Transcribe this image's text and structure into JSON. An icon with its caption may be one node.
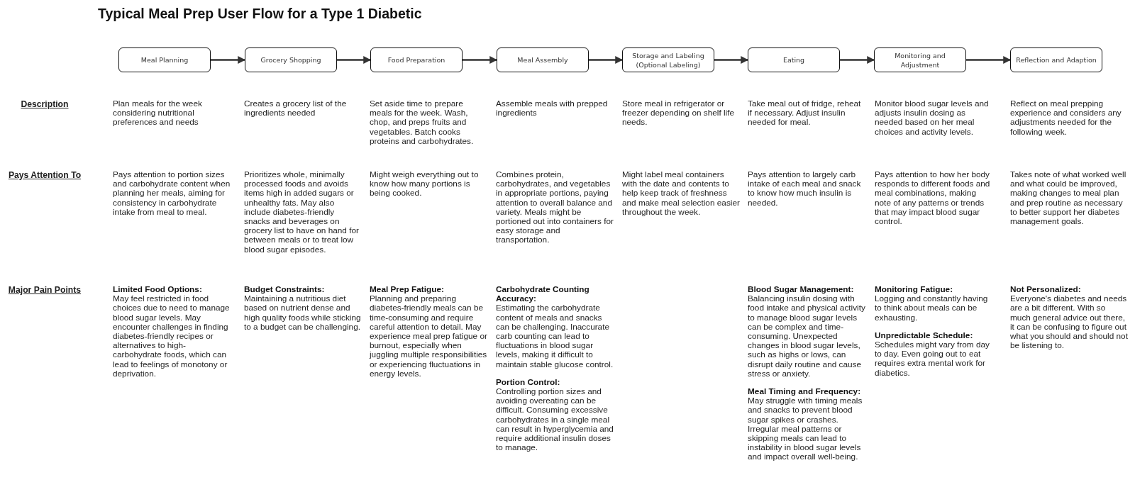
{
  "diagram": {
    "title": "Typical Meal Prep User Flow for a Type 1 Diabetic",
    "nodes": [
      {
        "text": [
          "Meal Planning"
        ]
      },
      {
        "text": [
          "Grocery Shopping"
        ]
      },
      {
        "text": [
          "Food Preparation"
        ]
      },
      {
        "text": [
          "Meal Assembly"
        ]
      },
      {
        "text": [
          "Storage and Labeling (Optional Labeling)"
        ]
      },
      {
        "text": [
          "Eating"
        ]
      },
      {
        "text": [
          "Monitoring and Adjustment"
        ]
      },
      {
        "text": [
          "Reflection and Adaption"
        ]
      }
    ],
    "edges": [
      {
        "from": 0,
        "to": 1,
        "arrow": "to"
      },
      {
        "from": 1,
        "to": 2,
        "arrow": "to"
      },
      {
        "from": 2,
        "to": 3,
        "arrow": "to"
      },
      {
        "from": 3,
        "to": 4,
        "arrow": "to"
      },
      {
        "from": 4,
        "to": 5,
        "arrow": "to"
      },
      {
        "from": 5,
        "to": 6,
        "arrow": "to"
      },
      {
        "from": 6,
        "to": 7,
        "arrow": "to"
      }
    ],
    "labels": [
      "Description",
      "Plan meals for the week considering nutritional preferences and needs",
      "Creates a grocery list of the ingredients needed",
      "Set aside time to prepare meals for the week. Wash, chop, and preps fruits and vegetables. Batch cooks proteins and carbohydrates.",
      "Assemble meals with prepped ingredients",
      "Store meal in refrigerator or freezer depending on shelf life needs.",
      "Take meal out of fridge, reheat if necessary. Adjust insulin needed for meal.",
      "Monitor blood sugar levels and adjusts insulin dosing as needed based on her meal choices and activity levels.",
      "Reflect on meal prepping experience and considers any adjustments needed for the following week.",
      "Pays Attention To",
      "Pays attention to portion sizes and carbohydrate content when planning her meals, aiming for consistency in carbohydrate intake from meal to meal.",
      "Prioritizes whole, minimally processed foods and avoids items high in added sugars or unhealthy fats. May also include diabetes-friendly snacks and beverages on grocery list to have on hand for between meals or to treat low blood sugar episodes.",
      "Might weigh everything out to know how many portions is being cooked.",
      "Combines protein, carbohydrates, and vegetables in appropriate portions, paying attention to overall balance and variety. Meals might be portioned out into containers for easy storage and transportation.",
      "Might label meal containers with the date and contents to help keep track of freshness and make meal selection easier throughout the week.",
      "Pays attention to largely carb intake of each meal and snack to know how much insulin is needed.",
      "Pays attention to how her body responds to different foods and meal combinations, making note of any patterns or trends that may impact blood sugar control.",
      "Takes note of what worked well and what could be improved, making changes to meal plan and prep routine as necessary to better support her diabetes management goals.",
      "Major Pain Points",
      "Limited Food Options:",
      "May feel restricted in food choices due to need to manage blood sugar levels. May encounter challenges in finding diabetes-friendly recipes or alternatives to high-carbohydrate foods, which can lead to feelings of monotony or deprivation.",
      "Budget Constraints:",
      "Maintaining a nutritious diet based on nutrient dense and high quality foods while sticking to a budget can be challenging.",
      "Meal Prep Fatigue:",
      "Planning and preparing diabetes-friendly meals can be time-consuming and require careful attention to detail. May experience meal prep fatigue or burnout, especially when juggling multiple responsibilities or experiencing fluctuations in energy levels.",
      "Carbohydrate Counting Accuracy:",
      "Estimating the carbohydrate content of meals and snacks can be challenging. Inaccurate carb counting can lead to fluctuations in blood sugar levels, making it difficult to maintain stable glucose control.",
      "Blood Sugar Management:",
      "Balancing insulin dosing with food intake and physical activity to manage blood sugar levels can be complex and time-consuming. Unexpected changes in blood sugar levels, such as highs or lows, can disrupt daily routine and cause stress or anxiety.",
      "Monitoring Fatigue:",
      "Logging and constantly having to think about meals can be exhausting.",
      "Not Personalized:",
      "Everyone's diabetes and needs are a bit different. With so much general advice out there, it can be confusing to figure out what you should and should not be listening to.",
      "Portion Control:",
      "Controlling portion sizes and avoiding overeating can be difficult. Consuming excessive carbohydrates in a single meal can result in hyperglycemia and require additional insulin doses to manage.",
      "Meal Timing and Frequency:",
      "May struggle with timing meals and snacks to prevent blood sugar spikes or crashes. Irregular meal patterns or skipping meals can lead to instability in blood sugar levels and impact overall well-being.",
      "Unpredictable Schedule:",
      "Schedules might vary from day to day. Even going out to eat requires extra mental work for diabetics."
    ]
  }
}
